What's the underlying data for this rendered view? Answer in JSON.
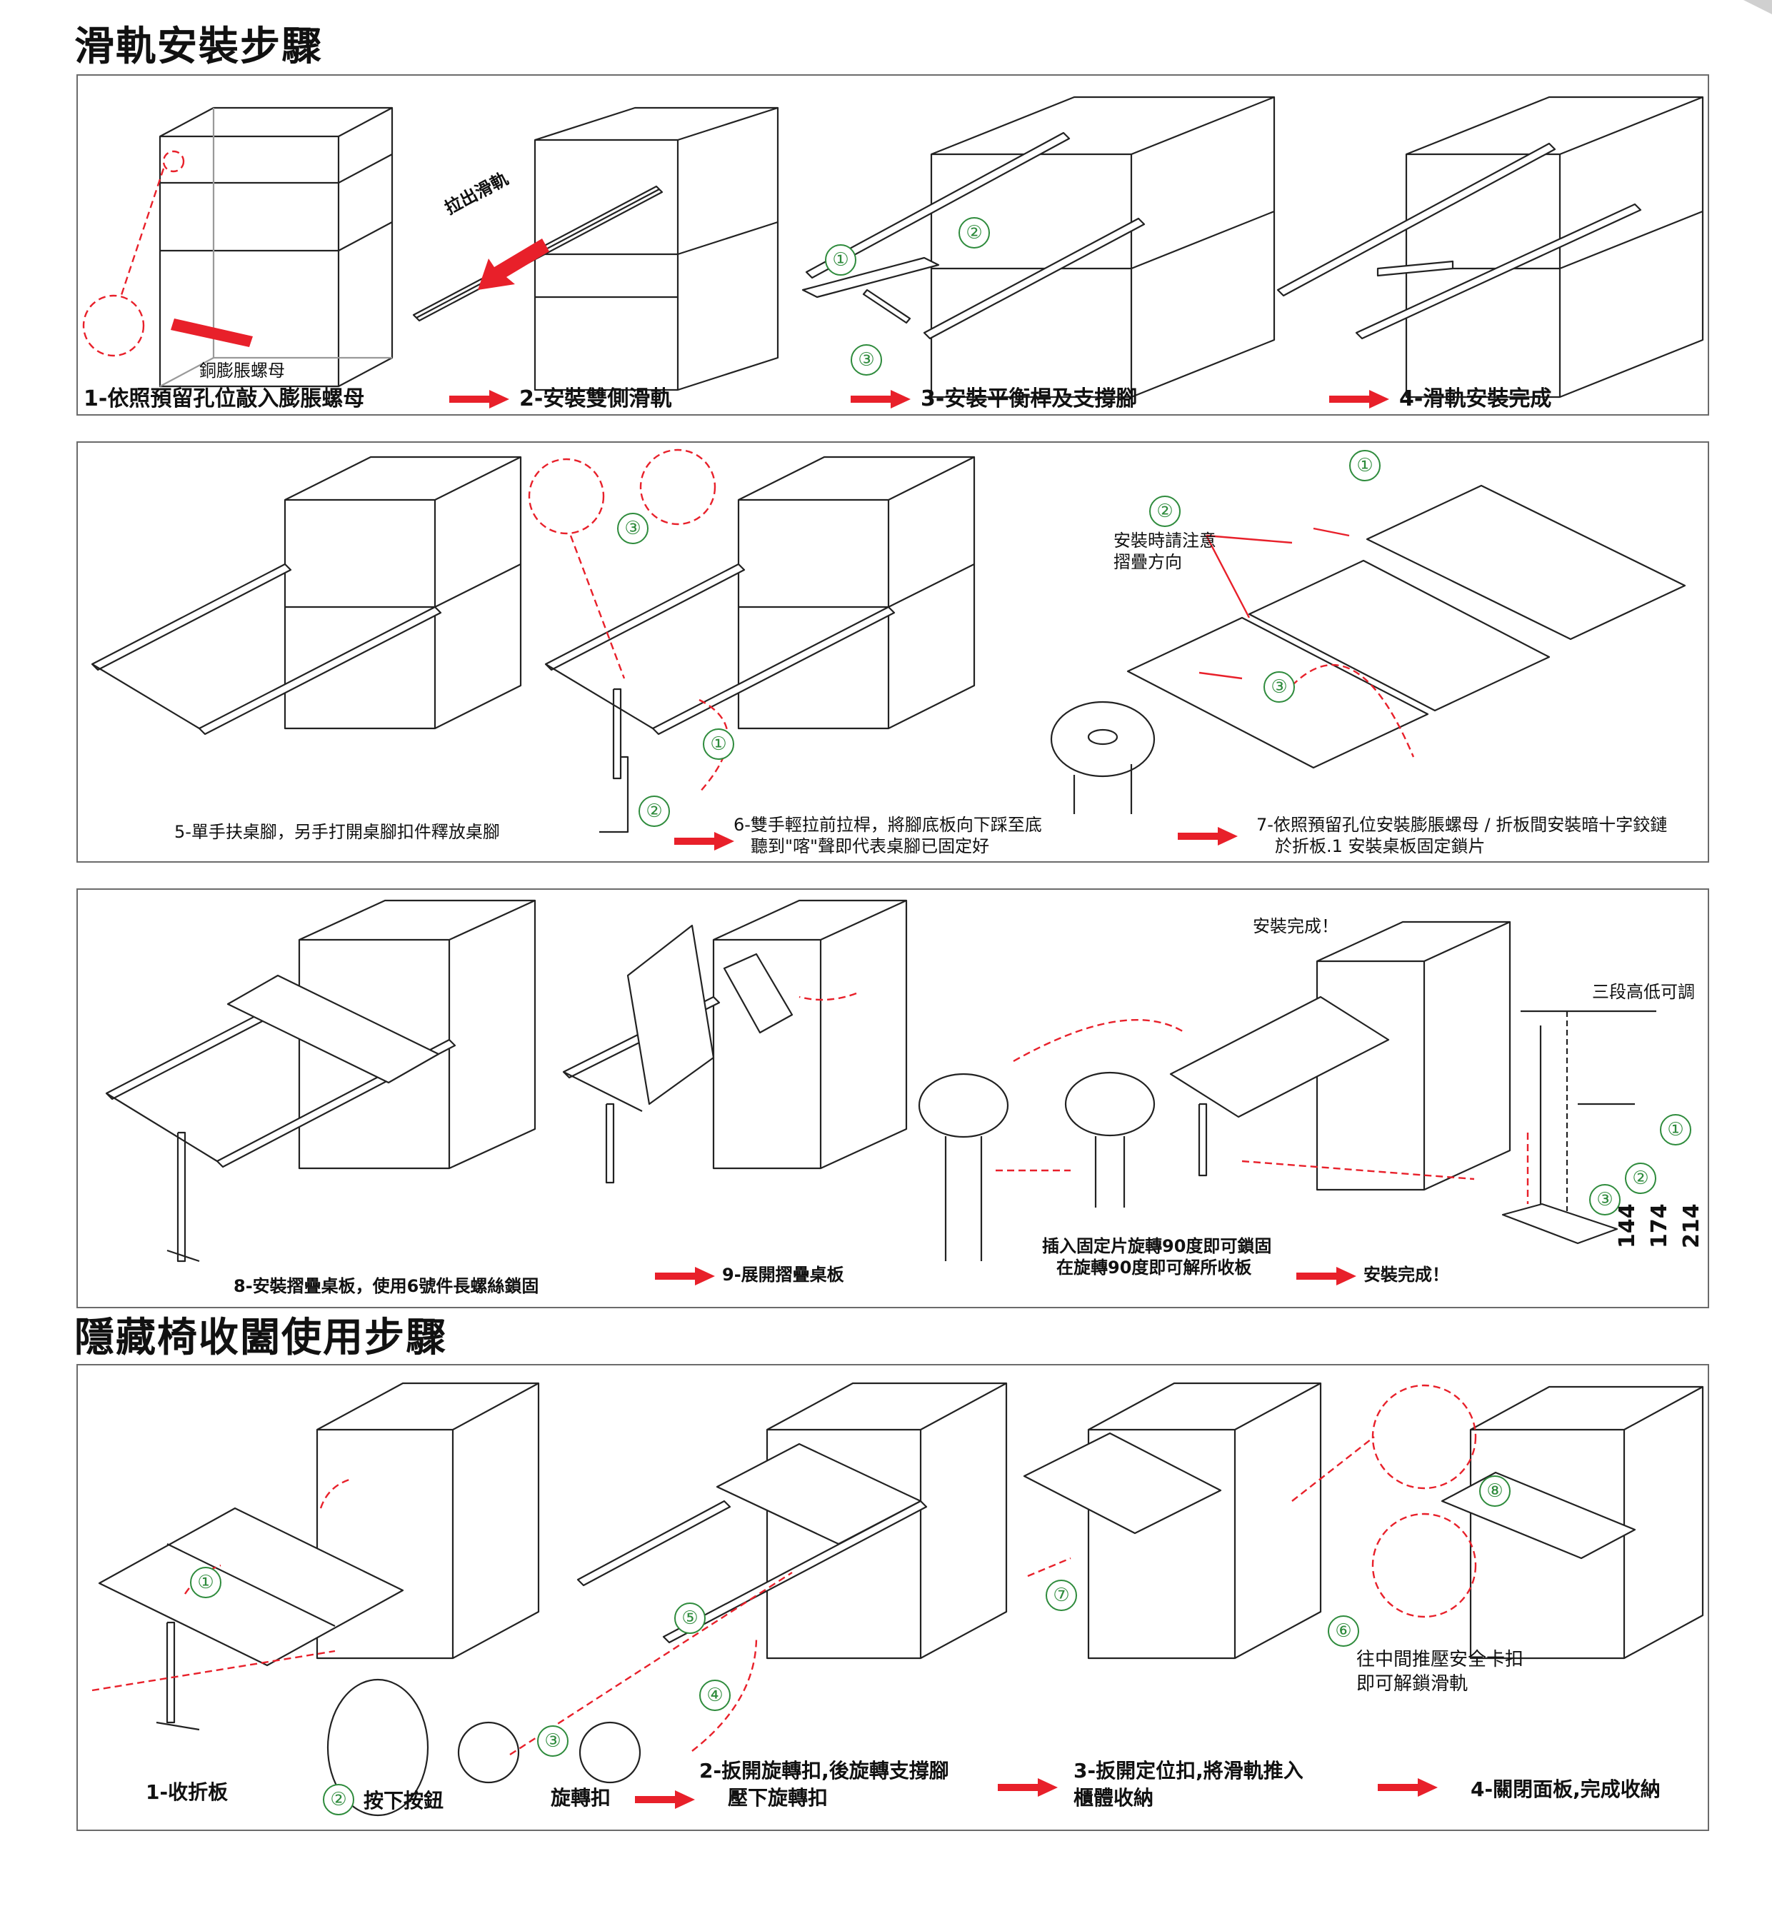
{
  "headings": {
    "rail": "滑軌安裝步驟",
    "chair": "隱藏椅收闔使用步驟"
  },
  "colors": {
    "arrow_red": "#e8202a",
    "step_green": "#2e8b3c",
    "line_dark": "#222222",
    "border_gray": "#6b6b6b"
  },
  "panel1": {
    "nut_label": "銅膨脹螺母",
    "pull_label": "拉出滑軌",
    "step1": "1-依照預留孔位敲入膨脹螺母",
    "step2": "2-安裝雙側滑軌",
    "step3": "3-安裝平衡桿及支撐腳",
    "step4": "4-滑軌安裝完成",
    "markers": [
      "①",
      "②",
      "③"
    ]
  },
  "panel2": {
    "step5": "5-單手扶桌腳，另手打開桌腳扣件釋放桌腳",
    "step6_line1": "6-雙手輕拉前拉桿，將腳底板向下踩至底",
    "step6_line2": "聽到\"喀\"聲即代表桌腳已固定好",
    "note_line1": "安裝時請注意",
    "note_line2": "摺疊方向",
    "step7_line1": "7-依照預留孔位安裝膨脹螺母 / 折板間安裝暗十字鉸鏈",
    "step7_line2": "於折板.1 安裝桌板固定鎖片",
    "markers": [
      "①",
      "②",
      "③"
    ]
  },
  "panel3": {
    "step8": "8-安裝摺疊桌板，使用6號件長螺絲鎖固",
    "step9": "9-展開摺疊桌板",
    "lock_line1": "插入固定片旋轉90度即可鎖固",
    "lock_line2": "在旋轉90度即可解所收板",
    "done_top": "安裝完成！",
    "done_bottom": "安裝完成！",
    "height_note": "三段高低可調",
    "dims": [
      "144",
      "174",
      "214"
    ],
    "markers": [
      "①",
      "②",
      "③"
    ]
  },
  "panel4": {
    "step1": "1-收折板",
    "press_button": "按下按鈕",
    "rotate_buckle": "旋轉扣",
    "step2_line1": "2-扳開旋轉扣,後旋轉支撐腳",
    "step2_line2": "壓下旋轉扣",
    "step3_line1": "3-扳開定位扣,將滑軌推入",
    "step3_line2": "櫃體收納",
    "step4": "4-關閉面板,完成收納",
    "safety_line1": "往中間推壓安全卡扣",
    "safety_line2": "即可解鎖滑軌",
    "markers": [
      "①",
      "②",
      "③",
      "④",
      "⑤",
      "⑥",
      "⑦",
      "⑧"
    ]
  }
}
